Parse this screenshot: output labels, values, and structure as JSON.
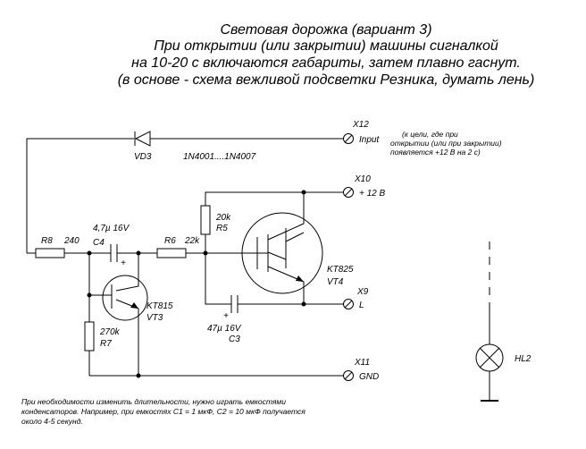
{
  "title": {
    "lines": [
      "Световая дорожка (вариант 3)",
      "При открытии (или закрытии) машины сигналкой",
      "на 10-20 с включаются габариты, затем плавно гаснут.",
      "(в основе - схема вежливой подсветки Резника, думать лень)"
    ]
  },
  "components": {
    "vd3": {
      "ref": "VD3",
      "value": "1N4001....1N4007"
    },
    "r8": {
      "ref": "R8",
      "value": "240"
    },
    "c4": {
      "ref": "C4",
      "value": "4,7µ 16V",
      "plus": "+"
    },
    "r6": {
      "ref": "R6",
      "value": "22k"
    },
    "r5": {
      "ref": "R5",
      "value": "20k"
    },
    "r7": {
      "ref": "R7",
      "value": "270k"
    },
    "vt3": {
      "ref": "VT3",
      "value": "KT815"
    },
    "vt4": {
      "ref": "VT4",
      "value": "KT825"
    },
    "c3": {
      "ref": "C3",
      "value": "47µ 16V",
      "plus": "+"
    },
    "hl2": {
      "ref": "HL2"
    }
  },
  "terminals": {
    "x12": {
      "ref": "X12",
      "label": "Input",
      "note": [
        "(к цели, где при",
        "открытии (или при закрытии)",
        "появляется +12 В на 2 с)"
      ]
    },
    "x10": {
      "ref": "X10",
      "label": "+ 12 В"
    },
    "x9": {
      "ref": "X9",
      "label": "L"
    },
    "x11": {
      "ref": "X11",
      "label": "GND"
    }
  },
  "footnote": [
    "При необходимости изменить длительности, нужно играть емкостями",
    "конденсаторов. Например, при емкостях С1 = 1 мкФ, С2 = 10 мкФ получается",
    "около 4-5 секунд."
  ]
}
